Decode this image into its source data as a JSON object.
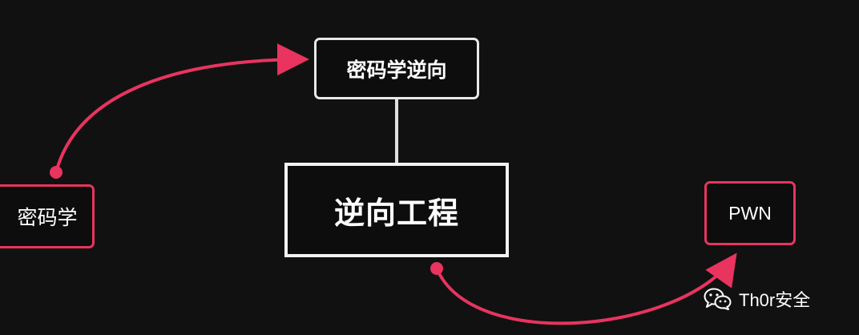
{
  "diagram": {
    "nodes": {
      "top": {
        "label": "密码学逆向"
      },
      "center": {
        "label": "逆向工程"
      },
      "left": {
        "label": "密码学"
      },
      "right": {
        "label": "PWN"
      }
    },
    "edges": [
      {
        "from": "center",
        "to": "top",
        "style": "line",
        "color": "#ffffff"
      },
      {
        "from": "left",
        "to": "top",
        "style": "curved-arrow",
        "color": "#e8345f"
      },
      {
        "from": "center",
        "to": "right",
        "style": "curved-arrow",
        "color": "#e8345f"
      }
    ],
    "colors": {
      "background": "#111111",
      "accent": "#e8345f",
      "node_border": "#eeeeee",
      "text": "#ffffff"
    }
  },
  "watermark": {
    "icon": "wechat-icon",
    "text": "Th0r安全"
  }
}
